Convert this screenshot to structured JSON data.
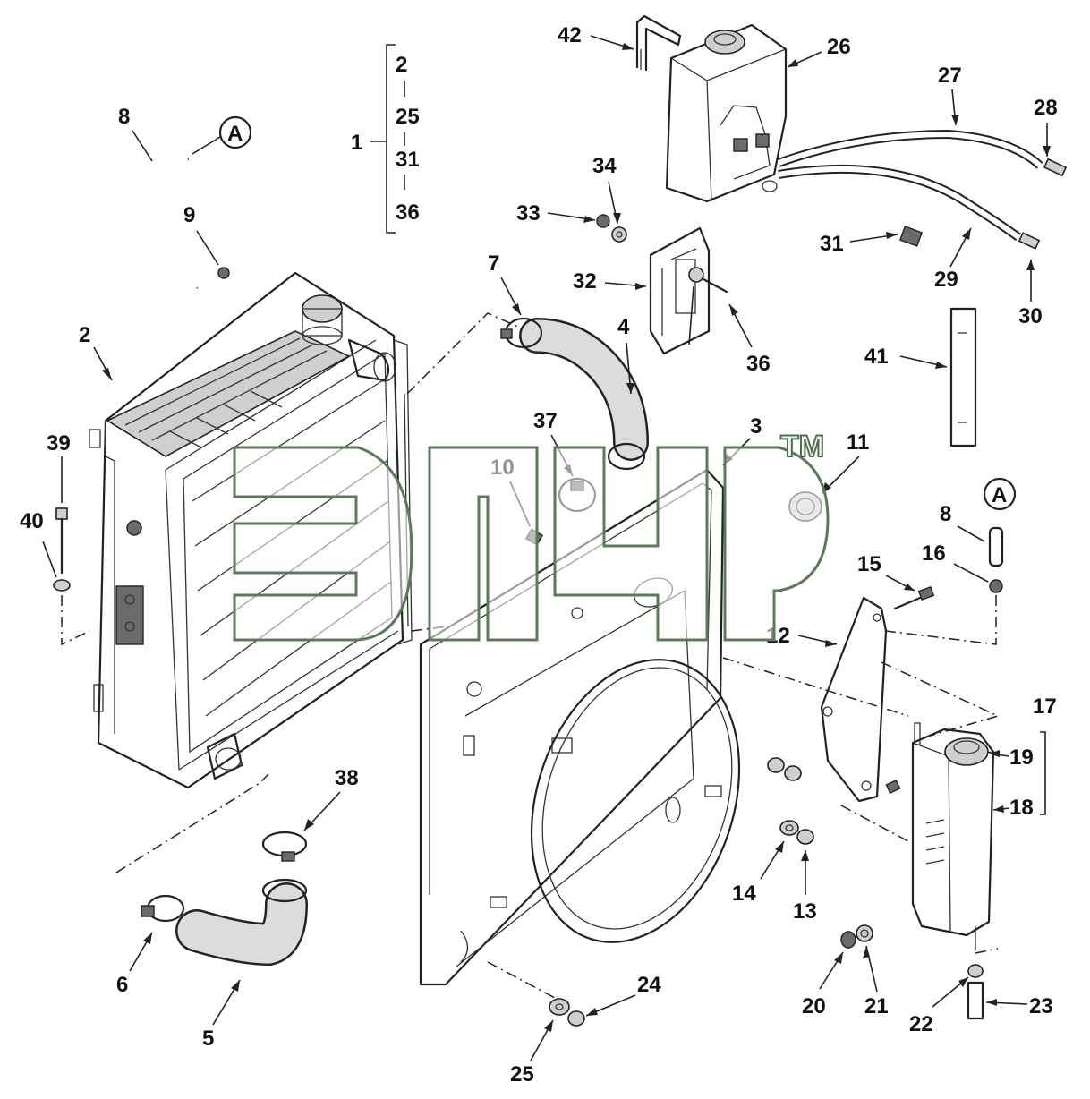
{
  "kit": {
    "number": "1",
    "items": [
      "2",
      "25",
      "31",
      "36"
    ]
  },
  "ref_markers": [
    "A",
    "A"
  ],
  "callouts": {
    "c2": "2",
    "c3": "3",
    "c4": "4",
    "c5": "5",
    "c6": "6",
    "c7": "7",
    "c8a": "8",
    "c8b": "8",
    "c9": "9",
    "c10": "10",
    "c11": "11",
    "c12": "12",
    "c13": "13",
    "c14": "14",
    "c15": "15",
    "c16": "16",
    "c17": "17",
    "c18": "18",
    "c19": "19",
    "c20": "20",
    "c21": "21",
    "c22": "22",
    "c23": "23",
    "c24": "24",
    "c25": "25",
    "c26": "26",
    "c27": "27",
    "c28": "28",
    "c29": "29",
    "c30": "30",
    "c31": "31",
    "c32": "32",
    "c33": "33",
    "c34": "34",
    "c36": "36",
    "c37": "37",
    "c38": "38",
    "c39": "39",
    "c40": "40",
    "c41": "41",
    "c42": "42"
  },
  "watermark": {
    "trademark": "TM"
  }
}
